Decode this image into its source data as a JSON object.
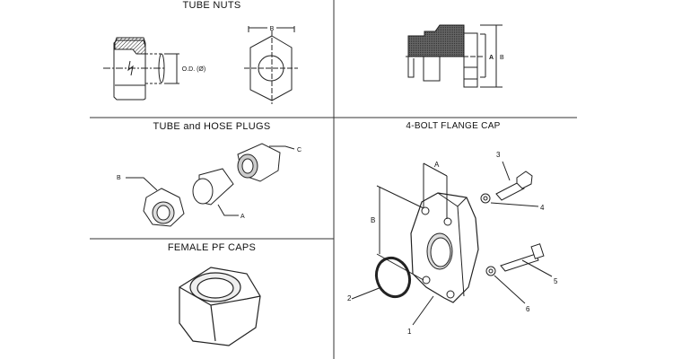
{
  "sections": {
    "tube_nuts": {
      "title": "TUBE NUTS",
      "labels": {
        "od": "O.D. (Ø)",
        "b": "B",
        "a2": "A",
        "b2": "B"
      }
    },
    "plugs": {
      "title": "TUBE and HOSE PLUGS",
      "labels": {
        "a": "A",
        "b": "B",
        "c": "C"
      }
    },
    "female_caps": {
      "title": "FEMALE PF CAPS"
    },
    "flange_cap": {
      "title": "4-BOLT FLANGE CAP",
      "labels": {
        "a": "A",
        "b": "B",
        "p1": "1",
        "p2": "2",
        "p3": "3",
        "p4": "4",
        "p5": "5",
        "p6": "6"
      }
    }
  }
}
